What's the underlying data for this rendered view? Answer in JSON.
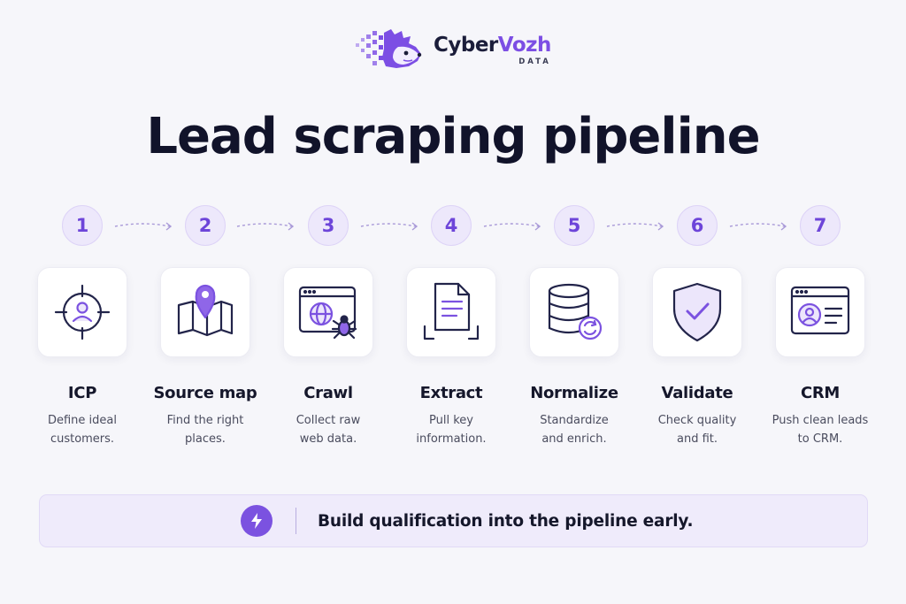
{
  "brand": {
    "name_part1": "Cyber",
    "name_part2": "Vozh",
    "sub": "DATA"
  },
  "title": "Lead scraping pipeline",
  "steps": [
    {
      "number": "1",
      "title": "ICP",
      "desc": "Define ideal\ncustomers.",
      "icon": "target-user-icon"
    },
    {
      "number": "2",
      "title": "Source map",
      "desc": "Find the right\nplaces.",
      "icon": "map-pin-icon"
    },
    {
      "number": "3",
      "title": "Crawl",
      "desc": "Collect raw\nweb data.",
      "icon": "browser-spider-icon"
    },
    {
      "number": "4",
      "title": "Extract",
      "desc": "Pull key\ninformation.",
      "icon": "document-scan-icon"
    },
    {
      "number": "5",
      "title": "Normalize",
      "desc": "Standardize\nand enrich.",
      "icon": "database-refresh-icon"
    },
    {
      "number": "6",
      "title": "Validate",
      "desc": "Check quality\nand fit.",
      "icon": "shield-check-icon"
    },
    {
      "number": "7",
      "title": "CRM",
      "desc": "Push clean leads\nto CRM.",
      "icon": "contact-card-icon"
    }
  ],
  "banner": {
    "icon": "lightning-icon",
    "text": "Build qualification into the pipeline early."
  },
  "colors": {
    "accent": "#7b52e0",
    "accent_light": "#ede8fb",
    "background": "#f6f6fa",
    "text": "#15172b"
  }
}
